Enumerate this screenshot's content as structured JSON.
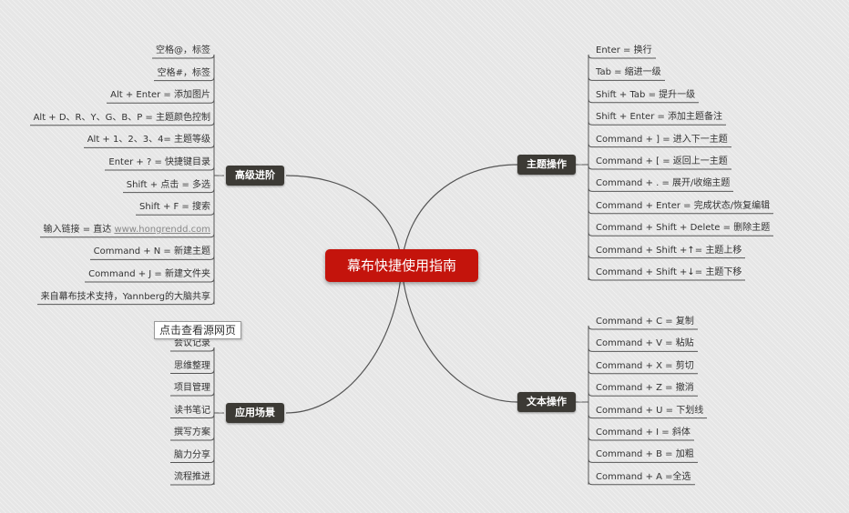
{
  "root": {
    "title": "幕布快捷使用指南"
  },
  "tooltip": "点击查看源网页",
  "branches": {
    "advanced": {
      "label": "高级进阶",
      "items": [
        "空格@，标签",
        "空格#，标签",
        "Alt + Enter = 添加图片",
        "Alt + D、R、Y、G、B、P = 主题颜色控制",
        "Alt + 1、2、3、4= 主题等级",
        "Enter + ? = 快捷键目录",
        "Shift + 点击 = 多选",
        "Shift + F = 搜索",
        "Command + N = 新建主题",
        "Command + J = 新建文件夹",
        "来自幕布技术支持，Yannberg的大脑共享"
      ],
      "link_item": {
        "prefix": "输入链接 = 直达 ",
        "url": "www.hongrendd.com"
      }
    },
    "topic": {
      "label": "主题操作",
      "items": [
        "Enter = 换行",
        "Tab = 缩进一级",
        "Shift + Tab = 提升一级",
        "Shift + Enter = 添加主题备注",
        "Command + ] = 进入下一主题",
        "Command + [ = 返回上一主题",
        "Command + . = 展开/收缩主题",
        "Command + Enter = 完成状态/恢复编辑",
        "Command + Shift + Delete = 删除主题",
        "Command + Shift +↑= 主题上移",
        "Command + Shift +↓= 主题下移"
      ]
    },
    "scenes": {
      "label": "应用场景",
      "items": [
        "会议记录",
        "思维整理",
        "项目管理",
        "读书笔记",
        "撰写方案",
        "脑力分享",
        "流程推进"
      ]
    },
    "text": {
      "label": "文本操作",
      "items": [
        "Command + C = 复制",
        "Command + V = 粘贴",
        "Command + X = 剪切",
        "Command + Z = 撤消",
        "Command + U = 下划线",
        "Command + I = 斜体",
        "Command + B = 加粗",
        "Command + A =全选"
      ]
    }
  },
  "collapse_glyph": "–",
  "colors": {
    "root_bg": "#c4140c",
    "branch_bg": "#3c3a35",
    "line": "#555555"
  }
}
